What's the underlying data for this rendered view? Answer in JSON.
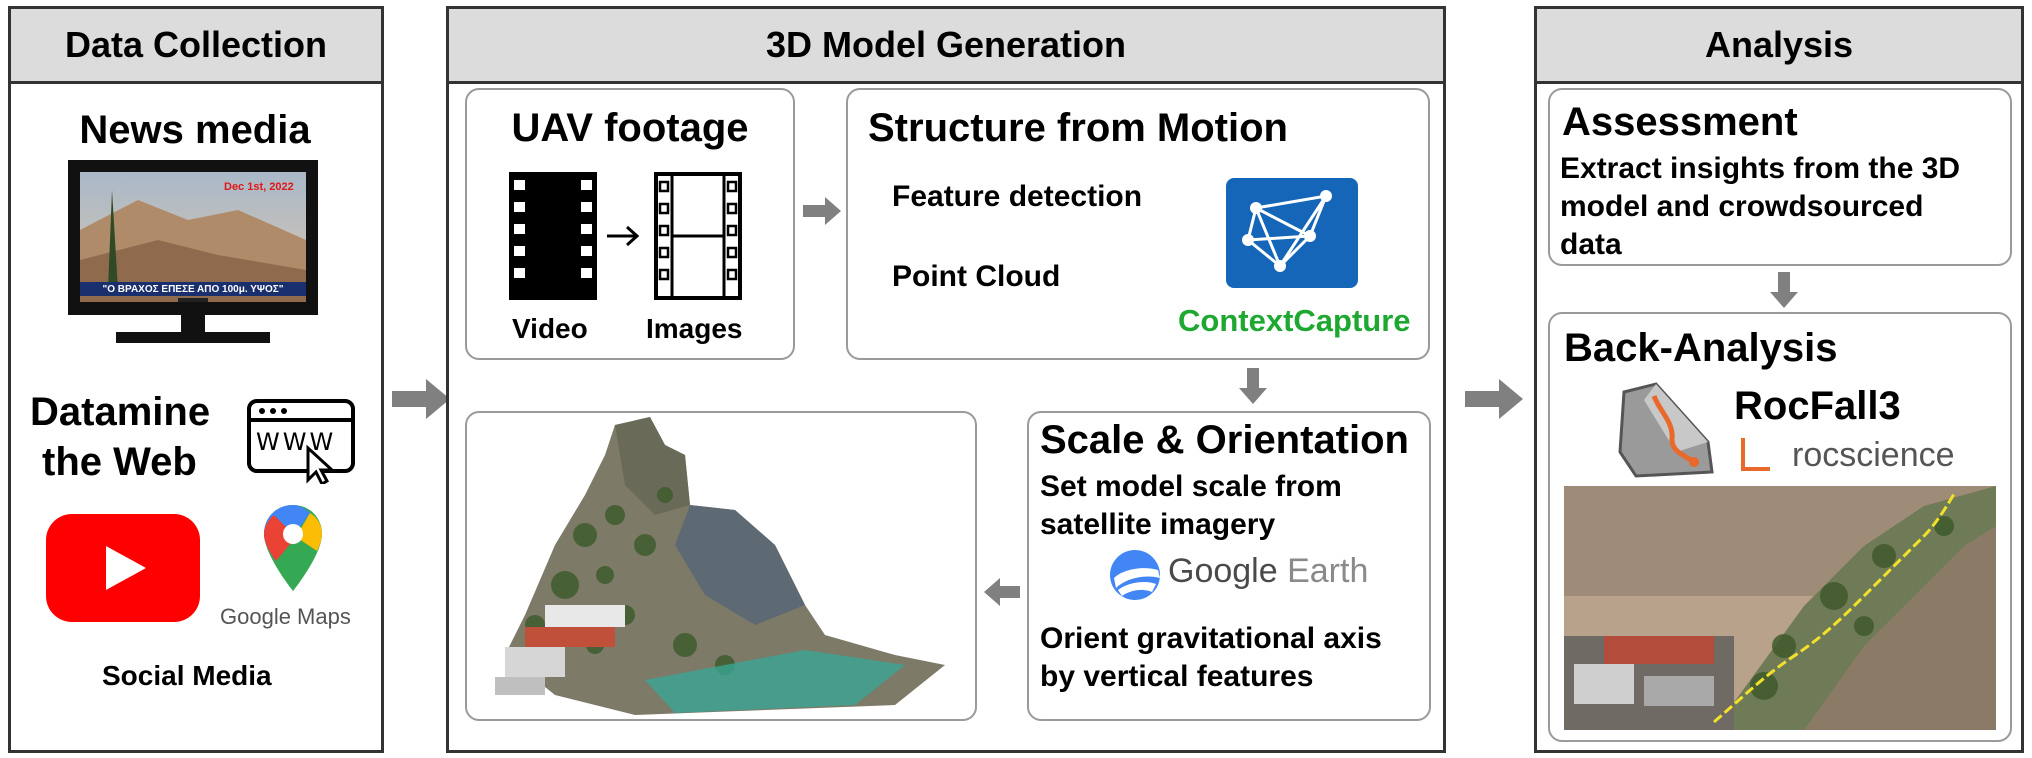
{
  "panels": {
    "data_collection": {
      "title": "Data Collection",
      "news_media": "News media",
      "tv_date": "Dec 1st, 2022",
      "tv_caption": "\"Ο ΒΡΑΧΟΣ ΕΠΕΣΕ ΑΠΟ 100μ. ΥΨΟΣ\"",
      "datamine_line1": "Datamine",
      "datamine_line2": "the Web",
      "www_text": "WWW",
      "google_maps": "Google Maps",
      "social_media": "Social Media"
    },
    "model_generation": {
      "title": "3D Model Generation",
      "uav": {
        "title": "UAV footage",
        "video": "Video",
        "images": "Images"
      },
      "sfm": {
        "title": "Structure from Motion",
        "feature_detection": "Feature detection",
        "point_cloud": "Point Cloud",
        "software": "ContextCapture"
      },
      "scale": {
        "title": "Scale & Orientation",
        "line1": "Set model scale from",
        "line2": "satellite imagery",
        "google": "Google",
        "earth": "Earth",
        "line3": "Orient gravitational axis",
        "line4": "by vertical features"
      }
    },
    "analysis": {
      "title": "Analysis",
      "assessment": {
        "title": "Assessment",
        "line1": "Extract insights from the 3D",
        "line2": "model and crowdsourced",
        "line3": "data"
      },
      "back_analysis": {
        "title": "Back-Analysis",
        "software": "RocFall3",
        "brand": "rocscience"
      }
    }
  },
  "colors": {
    "panel_header": "#dcdcdc",
    "arrow": "#808080",
    "contextcapture_green": "#1ea831",
    "contextcapture_blue": "#1565b8",
    "youtube_red": "#ff0000",
    "rocscience_orange": "#e8692a"
  }
}
